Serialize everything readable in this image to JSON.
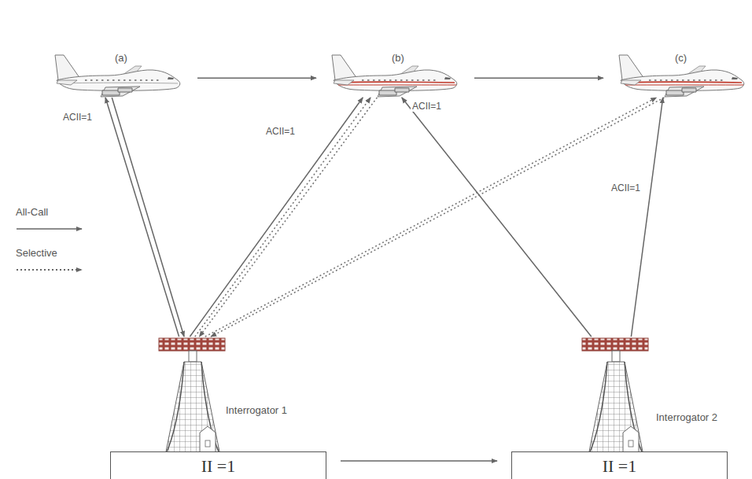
{
  "diagram": {
    "nodes": [
      {
        "text": [
          "(a)"
        ]
      },
      {
        "text": [
          "(b)"
        ]
      },
      {
        "text": [
          "(c)"
        ]
      },
      {
        "text": [
          "Interrogator 1"
        ]
      },
      {
        "text": [
          "Interrogator 2"
        ]
      },
      {
        "text": [
          "II =1"
        ]
      },
      {
        "text": [
          "II =1"
        ]
      }
    ],
    "edges": [
      {
        "from": 0,
        "to": 1,
        "arrow": "to"
      },
      {
        "from": 1,
        "to": 2,
        "arrow": "to"
      },
      {
        "from": 3,
        "to": 0,
        "arrow": "to",
        "label": "ACII=1"
      },
      {
        "from": 0,
        "to": 3,
        "arrow": "to"
      },
      {
        "from": 3,
        "to": 1,
        "arrow": "to",
        "label": "ACII=1"
      },
      {
        "from": 3,
        "to": 1,
        "arrow": "to"
      },
      {
        "from": 1,
        "to": 3,
        "arrow": "to"
      },
      {
        "from": 3,
        "to": 2,
        "arrow": "to"
      },
      {
        "from": 2,
        "to": 3,
        "arrow": "to"
      },
      {
        "from": 4,
        "to": 1,
        "arrow": "to",
        "label": "ACII=1"
      },
      {
        "from": 4,
        "to": 2,
        "arrow": "to",
        "label": "ACII=1"
      },
      {
        "from": 5,
        "to": 6,
        "arrow": "to"
      }
    ],
    "legend": [
      {
        "text": "All-Call"
      },
      {
        "text": "Selective"
      }
    ]
  }
}
